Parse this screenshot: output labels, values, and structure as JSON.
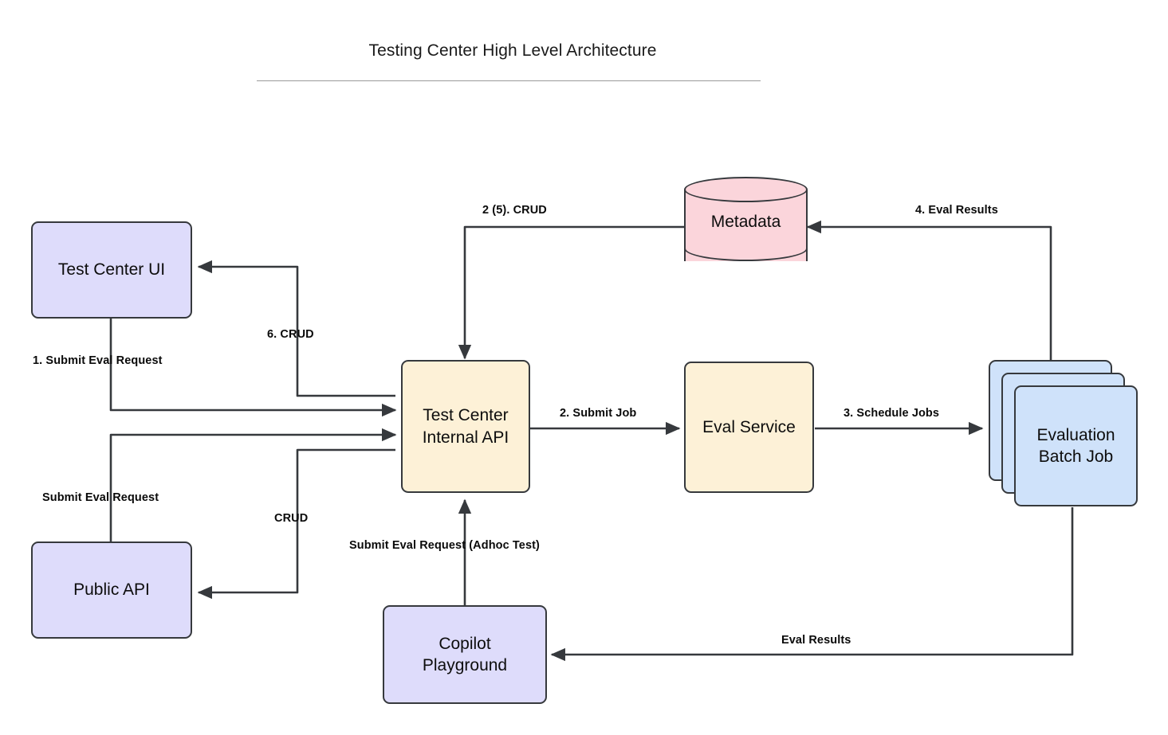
{
  "diagram": {
    "title": "Testing Center High Level Architecture",
    "type": "flowchart",
    "colors": {
      "stroke": "#36393d",
      "lavender_fill": "#dedcfb",
      "cream_fill": "#fdf1d7",
      "blue_fill": "#cfe2fa",
      "pink_fill": "#fbd5db",
      "background": "#ffffff",
      "title_rule": "#9a9a9a"
    },
    "nodes": [
      {
        "id": "test-center-ui",
        "label": "Test Center UI",
        "shape": "rounded-rect",
        "fill": "lavender"
      },
      {
        "id": "public-api",
        "label": "Public API",
        "shape": "rounded-rect",
        "fill": "lavender"
      },
      {
        "id": "copilot-playground",
        "label_line1": "Copilot",
        "label_line2": "Playground",
        "label": "Copilot Playground",
        "shape": "rounded-rect",
        "fill": "lavender"
      },
      {
        "id": "internal-api",
        "label_line1": "Test Center",
        "label_line2": "Internal API",
        "label": "Test Center Internal API",
        "shape": "rounded-rect",
        "fill": "cream"
      },
      {
        "id": "eval-service",
        "label": "Eval Service",
        "shape": "rounded-rect",
        "fill": "cream"
      },
      {
        "id": "metadata",
        "label": "Metadata",
        "shape": "cylinder",
        "fill": "pink"
      },
      {
        "id": "batch-job",
        "label_line1": "Evaluation",
        "label_line2": "Batch Job",
        "label": "Evaluation Batch Job",
        "shape": "stacked-rect",
        "fill": "blue",
        "layers": 3
      }
    ],
    "edges": [
      {
        "id": "e1",
        "label": "1. Submit Eval Request",
        "from": "test-center-ui",
        "to": "internal-api"
      },
      {
        "id": "e2",
        "label": "6. CRUD",
        "from": "internal-api",
        "to": "test-center-ui"
      },
      {
        "id": "e3",
        "label": "Submit Eval Request",
        "from": "public-api",
        "to": "internal-api"
      },
      {
        "id": "e4",
        "label": "CRUD",
        "from": "internal-api",
        "to": "public-api"
      },
      {
        "id": "e5",
        "label": "Submit Eval Request (Adhoc Test)",
        "from": "copilot-playground",
        "to": "internal-api"
      },
      {
        "id": "e6",
        "label": "2 (5). CRUD",
        "from": "internal-api",
        "to": "metadata"
      },
      {
        "id": "e7",
        "label": "2. Submit Job",
        "from": "internal-api",
        "to": "eval-service"
      },
      {
        "id": "e8",
        "label": "3. Schedule Jobs",
        "from": "eval-service",
        "to": "batch-job"
      },
      {
        "id": "e9",
        "label": "4. Eval Results",
        "from": "batch-job",
        "to": "metadata"
      },
      {
        "id": "e10",
        "label": "Eval Results",
        "from": "batch-job",
        "to": "copilot-playground"
      }
    ]
  }
}
